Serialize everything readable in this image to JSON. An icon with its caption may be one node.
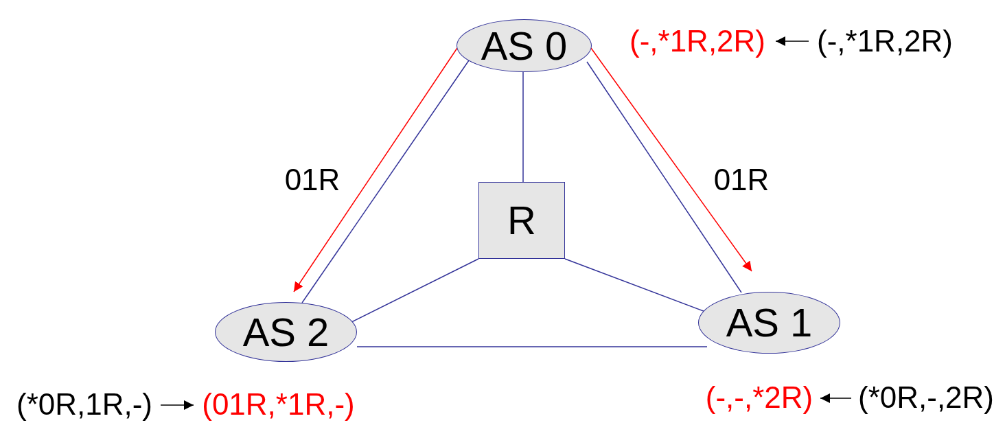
{
  "diagram": {
    "nodes": [
      {
        "text": [
          "AS 0"
        ]
      },
      {
        "text": [
          "R"
        ]
      },
      {
        "text": [
          "AS 2"
        ]
      },
      {
        "text": [
          "AS 1"
        ]
      },
      {
        "text": [
          "(-,*1R,2R)"
        ]
      },
      {
        "text": [
          "(-,*1R,2R)"
        ]
      },
      {
        "text": [
          "(*0R,1R,-)"
        ]
      },
      {
        "text": [
          "(01R,*1R,-)"
        ]
      },
      {
        "text": [
          "(-,-,*2R)"
        ]
      },
      {
        "text": [
          "(*0R,-,2R)"
        ]
      }
    ],
    "edges": [
      {
        "from": 0,
        "to": 1,
        "arrow": "none"
      },
      {
        "from": 0,
        "to": 2,
        "arrow": "none"
      },
      {
        "from": 0,
        "to": 3,
        "arrow": "none"
      },
      {
        "from": 1,
        "to": 2,
        "arrow": "none"
      },
      {
        "from": 1,
        "to": 3,
        "arrow": "none"
      },
      {
        "from": 2,
        "to": 3,
        "arrow": "none"
      },
      {
        "from": 0,
        "to": 2,
        "arrow": "to",
        "label": "01R",
        "color": "#ff0000"
      },
      {
        "from": 0,
        "to": 3,
        "arrow": "to",
        "label": "01R",
        "color": "#ff0000"
      },
      {
        "from": 5,
        "to": 4,
        "arrow": "to",
        "color": "#000000"
      },
      {
        "from": 6,
        "to": 7,
        "arrow": "to",
        "color": "#000000"
      },
      {
        "from": 9,
        "to": 8,
        "arrow": "to",
        "color": "#000000"
      }
    ]
  }
}
